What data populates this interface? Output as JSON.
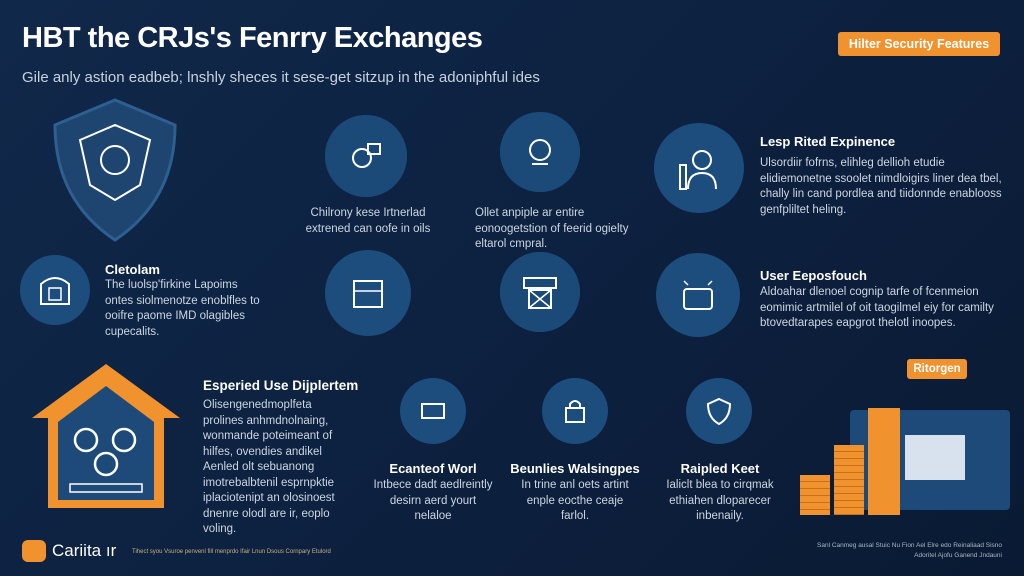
{
  "header": {
    "title": "HBT the CRJs's Fenrry Exchanges",
    "subtitle": "Gile anly astion eadbeb; lnshly sheces it sese-get sitzup in the adoniphful ides",
    "badge": "Hilter Security Features"
  },
  "features": {
    "top_left": {
      "text": "Chilrony kese Irtnerlad extrened can oofe in oils"
    },
    "top_mid": {
      "text": "Ollet anpiple ar entire eonoogetstion of feerid ogielty eltarol cmpral."
    },
    "experience": {
      "title": "Lesp Rited Expinence",
      "text": "Ulsordiir fofrns, elihleg dellioh etudie elidiemonetne ssoolet nimdloigirs liner dea tbel, chally lin cand pordlea and tiidonnde enablooss genfpliltet heling."
    },
    "cletolam": {
      "title": "Cletolam",
      "text": "The luolsp'firkine Lapoims ontes siolmenotze enoblfles to ooifre paome IMD olagibles cupecalits."
    },
    "user": {
      "title": "User Eeposfouch",
      "text": "Aldoahar dlenoel cognip tarfe of fcenmeion eomimic artmilel of oit taogilmel eiy for camilty btovedtarapes eapgrot thelotl inoopes."
    },
    "deployment": {
      "title": "Esperied Use Dijplertem",
      "text": "Olisengenedmoplfeta prolines anhmdnolnaing, wonmande poteimeant of hilfes, ovendies andikel Aenled olt sebuanong imotrebalbtenil esprnpktie iplaciotenipt an olosinoest dnenre olodl are ir, eoplo voling."
    },
    "ecoanteof": {
      "title": "Ecanteof Worl",
      "text": "Intbece dadt aedlreintly desirn aerd yourt nelaloe"
    },
    "bundles": {
      "title": "Beunlies Walsingpes",
      "text": "In trine anl oets artint enple eocthe ceaje farlol."
    },
    "raipled": {
      "title": "Raipled Keet",
      "text": "Ialiclt blea to cirqmak ethiahen dloparecer inbenaily."
    }
  },
  "chart_badge": "Ritorgen",
  "footer": {
    "brand": "Cariita ır",
    "fine_print": "Tihect syou Vsuroe penvenl fill menprdo Ifair Lnun Dsous Cornpary Etulord",
    "right_line1": "Sanl Canmeg ausal Stuic Nu Fion Ael Elre edo Reinaliaad Sisno",
    "right_line2": "Adoritel Ajofu Ganend Jndauni"
  },
  "colors": {
    "accent": "#f0922e",
    "circle": "#1d4d7d",
    "bg": "#0d2140"
  }
}
